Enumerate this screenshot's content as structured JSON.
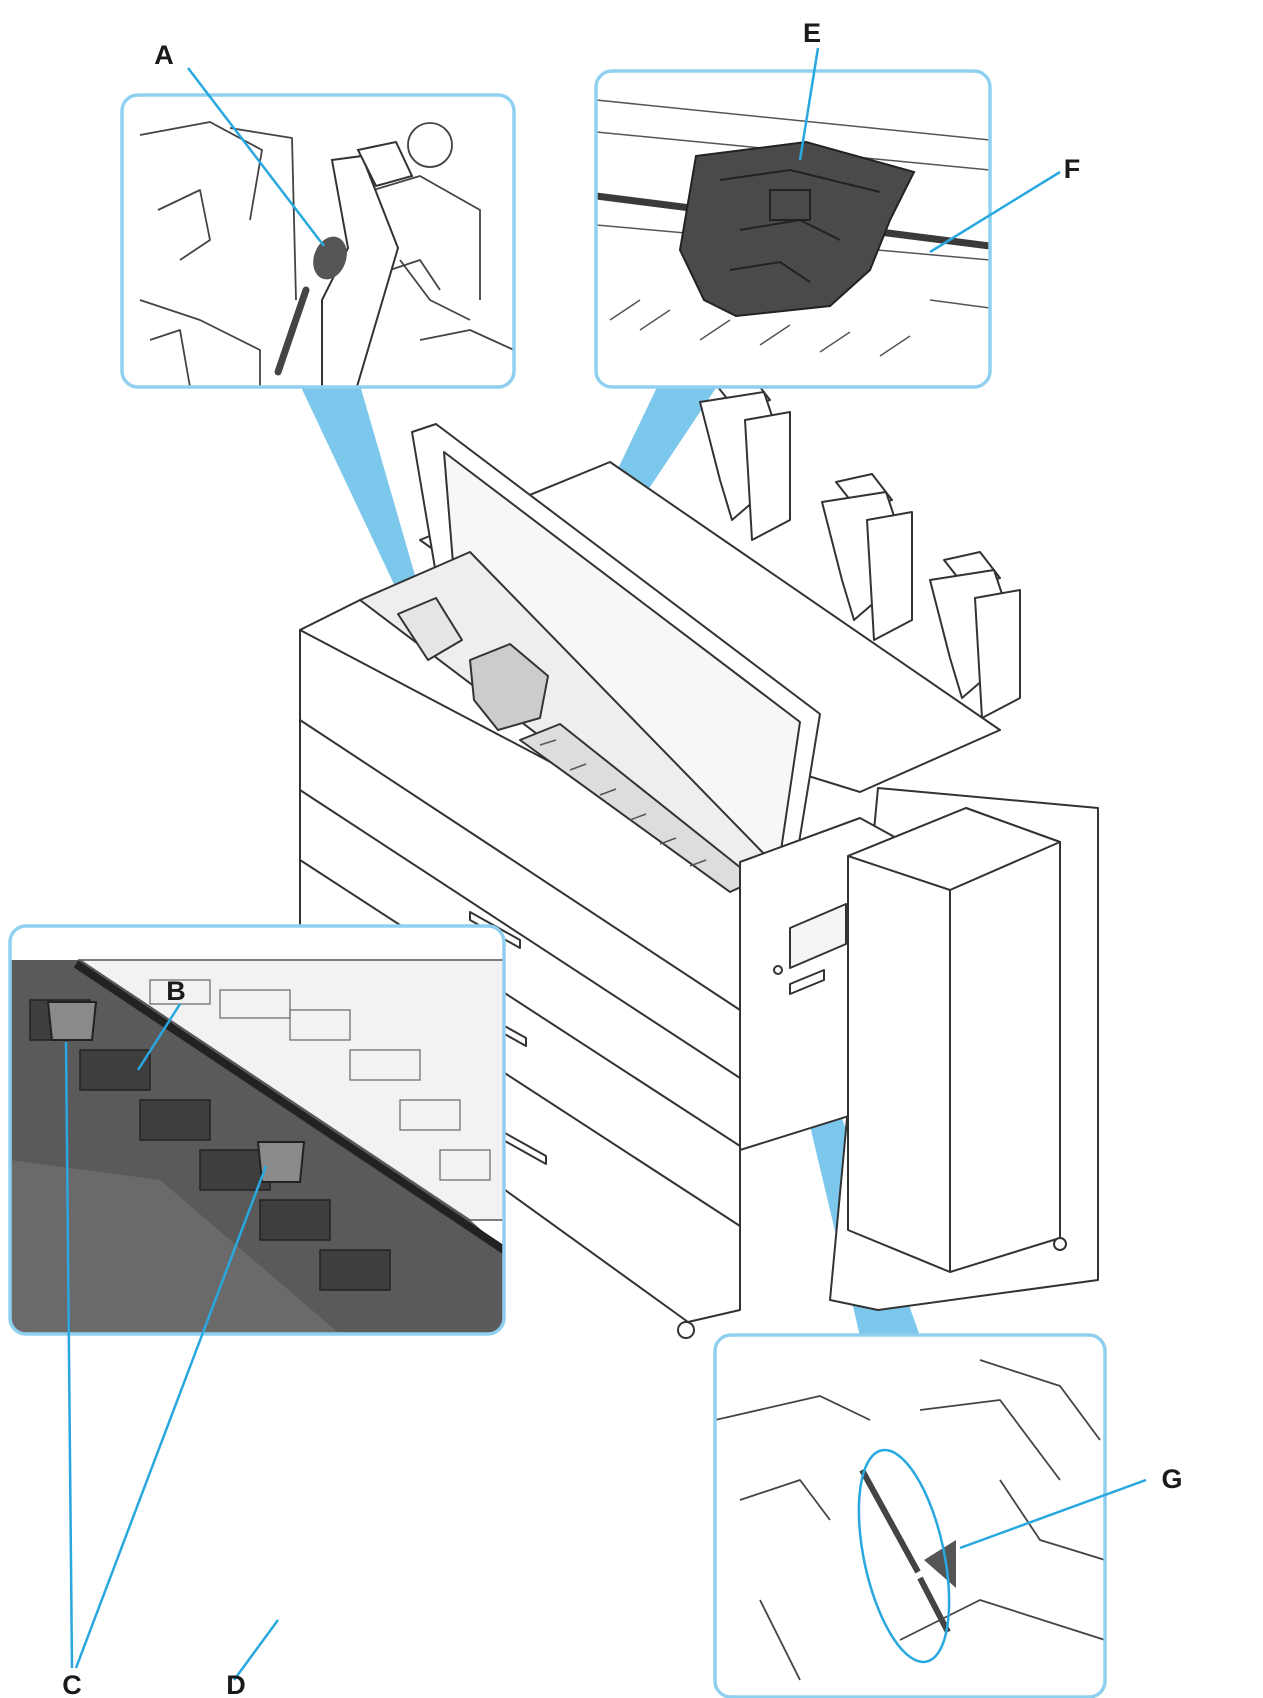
{
  "figure": {
    "colors": {
      "callout_blue": "#7cc8ec",
      "frame_blue": "#8fd0f0",
      "leader_blue": "#29a8e0",
      "line": "#333333",
      "dark_part": "#4a4a4a",
      "light_part": "#f2f2f2",
      "letter": "#1a1a1a"
    },
    "callouts": [
      {
        "id": "A",
        "label": "A"
      },
      {
        "id": "B",
        "label": "B"
      },
      {
        "id": "C",
        "label": "C"
      },
      {
        "id": "D",
        "label": "D"
      },
      {
        "id": "E",
        "label": "E"
      },
      {
        "id": "F",
        "label": "F"
      },
      {
        "id": "G",
        "label": "G"
      }
    ]
  }
}
